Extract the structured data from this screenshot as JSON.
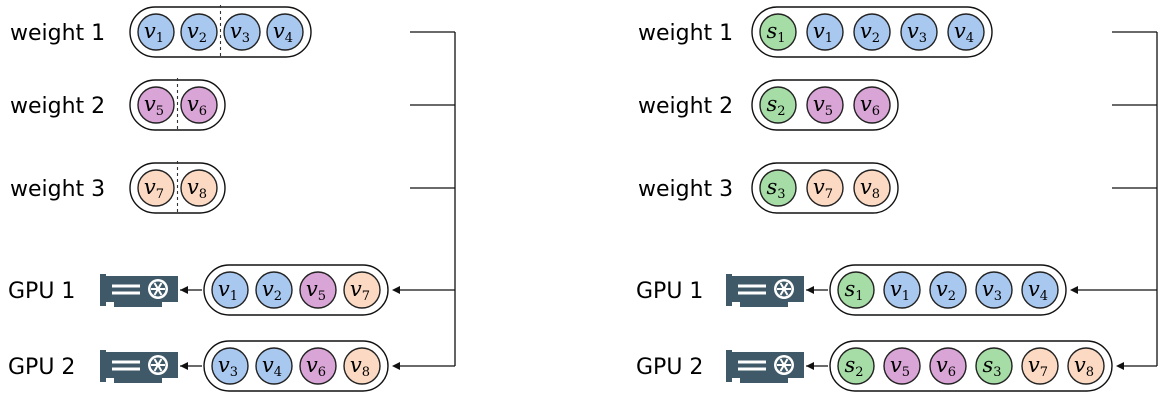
{
  "colors": {
    "blue": "#a9c8f0",
    "purple": "#d9a4d6",
    "peach": "#fbd9c2",
    "green": "#a6dca6",
    "gpu": "#3f5968"
  },
  "left": {
    "weights": [
      {
        "label": "weight 1",
        "tokens": [
          {
            "base": "v",
            "sub": "1",
            "color": "blue"
          },
          {
            "base": "v",
            "sub": "2",
            "color": "blue"
          },
          {
            "base": "v",
            "sub": "3",
            "color": "blue"
          },
          {
            "base": "v",
            "sub": "4",
            "color": "blue"
          }
        ],
        "split_after": 2
      },
      {
        "label": "weight 2",
        "tokens": [
          {
            "base": "v",
            "sub": "5",
            "color": "purple"
          },
          {
            "base": "v",
            "sub": "6",
            "color": "purple"
          }
        ],
        "split_after": 1
      },
      {
        "label": "weight 3",
        "tokens": [
          {
            "base": "v",
            "sub": "7",
            "color": "peach"
          },
          {
            "base": "v",
            "sub": "8",
            "color": "peach"
          }
        ],
        "split_after": 1
      }
    ],
    "gpus": [
      {
        "label": "GPU 1",
        "tokens": [
          {
            "base": "v",
            "sub": "1",
            "color": "blue"
          },
          {
            "base": "v",
            "sub": "2",
            "color": "blue"
          },
          {
            "base": "v",
            "sub": "5",
            "color": "purple"
          },
          {
            "base": "v",
            "sub": "7",
            "color": "peach"
          }
        ]
      },
      {
        "label": "GPU 2",
        "tokens": [
          {
            "base": "v",
            "sub": "3",
            "color": "blue"
          },
          {
            "base": "v",
            "sub": "4",
            "color": "blue"
          },
          {
            "base": "v",
            "sub": "6",
            "color": "purple"
          },
          {
            "base": "v",
            "sub": "8",
            "color": "peach"
          }
        ]
      }
    ]
  },
  "right": {
    "weights": [
      {
        "label": "weight 1",
        "tokens": [
          {
            "base": "s",
            "sub": "1",
            "color": "green"
          },
          {
            "base": "v",
            "sub": "1",
            "color": "blue"
          },
          {
            "base": "v",
            "sub": "2",
            "color": "blue"
          },
          {
            "base": "v",
            "sub": "3",
            "color": "blue"
          },
          {
            "base": "v",
            "sub": "4",
            "color": "blue"
          }
        ]
      },
      {
        "label": "weight 2",
        "tokens": [
          {
            "base": "s",
            "sub": "2",
            "color": "green"
          },
          {
            "base": "v",
            "sub": "5",
            "color": "purple"
          },
          {
            "base": "v",
            "sub": "6",
            "color": "purple"
          }
        ]
      },
      {
        "label": "weight 3",
        "tokens": [
          {
            "base": "s",
            "sub": "3",
            "color": "green"
          },
          {
            "base": "v",
            "sub": "7",
            "color": "peach"
          },
          {
            "base": "v",
            "sub": "8",
            "color": "peach"
          }
        ]
      }
    ],
    "gpus": [
      {
        "label": "GPU 1",
        "tokens": [
          {
            "base": "s",
            "sub": "1",
            "color": "green"
          },
          {
            "base": "v",
            "sub": "1",
            "color": "blue"
          },
          {
            "base": "v",
            "sub": "2",
            "color": "blue"
          },
          {
            "base": "v",
            "sub": "3",
            "color": "blue"
          },
          {
            "base": "v",
            "sub": "4",
            "color": "blue"
          }
        ]
      },
      {
        "label": "GPU 2",
        "tokens": [
          {
            "base": "s",
            "sub": "2",
            "color": "green"
          },
          {
            "base": "v",
            "sub": "5",
            "color": "purple"
          },
          {
            "base": "v",
            "sub": "6",
            "color": "purple"
          },
          {
            "base": "s",
            "sub": "3",
            "color": "green"
          },
          {
            "base": "v",
            "sub": "7",
            "color": "peach"
          },
          {
            "base": "v",
            "sub": "8",
            "color": "peach"
          }
        ]
      }
    ]
  },
  "icons": {
    "gpu": "gpu-icon"
  }
}
